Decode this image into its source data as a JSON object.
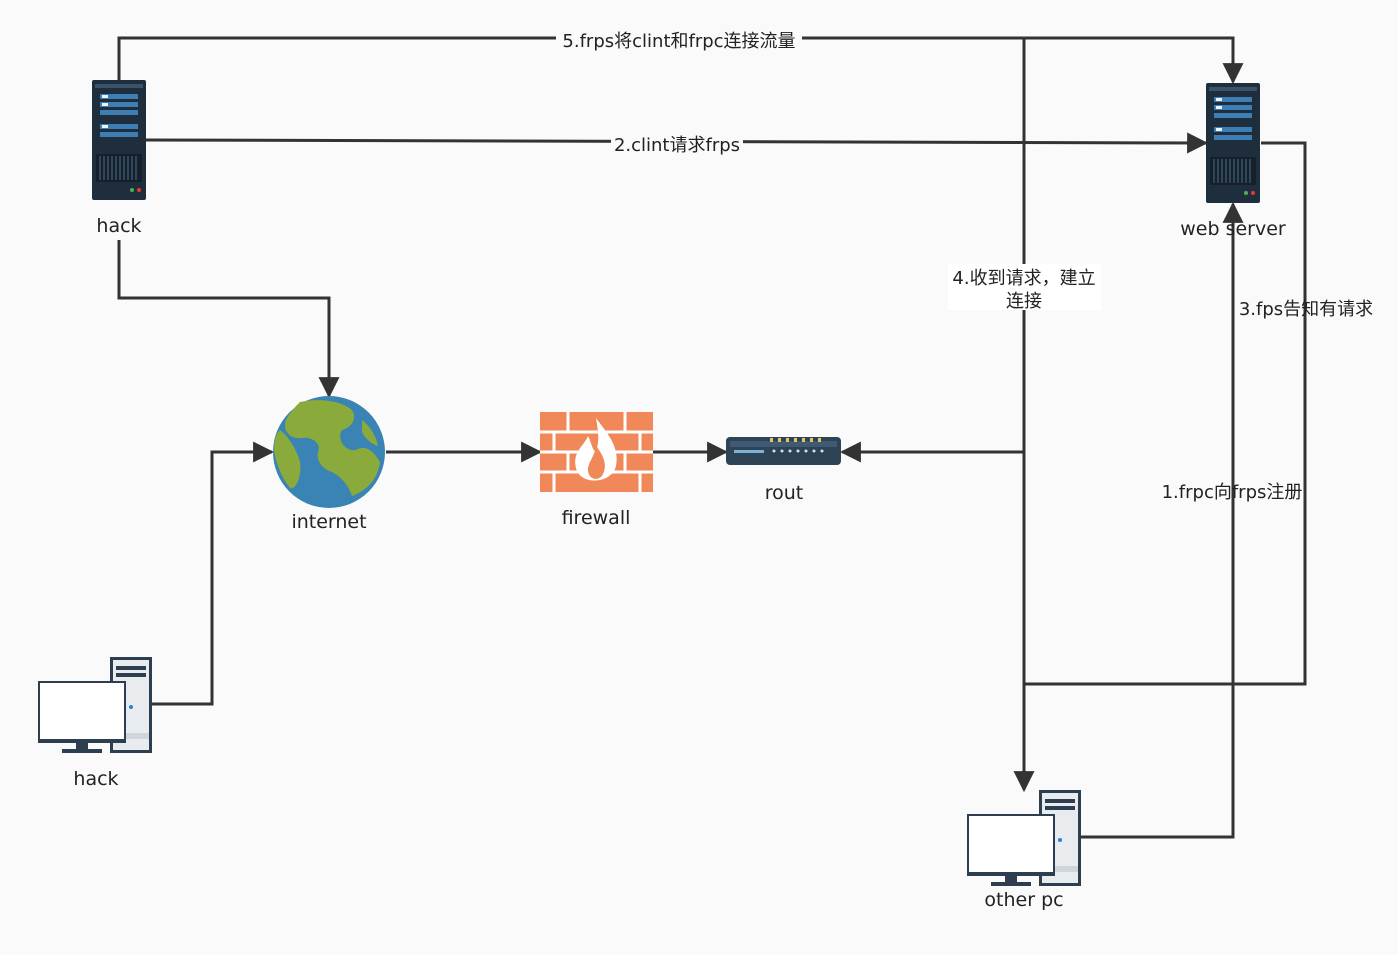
{
  "nodes": {
    "hack_server": {
      "label": "hack",
      "icon": "server-icon"
    },
    "web_server": {
      "label": "web server",
      "icon": "server-icon"
    },
    "internet": {
      "label": "internet",
      "icon": "globe-icon"
    },
    "firewall": {
      "label": "firewall",
      "icon": "firewall-icon"
    },
    "router": {
      "label": "rout",
      "icon": "router-icon"
    },
    "hack_pc": {
      "label": "hack",
      "icon": "desktop-pc-icon"
    },
    "other_pc": {
      "label": "other pc",
      "icon": "desktop-pc-icon"
    }
  },
  "edges": {
    "step5": {
      "label": "5.frps将clint和frpc连接流量"
    },
    "step2": {
      "label": "2.clint请求frps"
    },
    "step4": {
      "line1": "4.收到请求，建立",
      "line2": "连接"
    },
    "step3": {
      "label": "3.fps告知有请求"
    },
    "step1": {
      "label": "1.frpc向frps注册"
    }
  },
  "colors": {
    "line": "#333333",
    "server_body": "#2a3a4a",
    "server_panel": "#3d7fb5",
    "firewall": "#f0885a",
    "ocean": "#3a83b5",
    "land": "#8aab3c",
    "router": "#2e4356"
  }
}
